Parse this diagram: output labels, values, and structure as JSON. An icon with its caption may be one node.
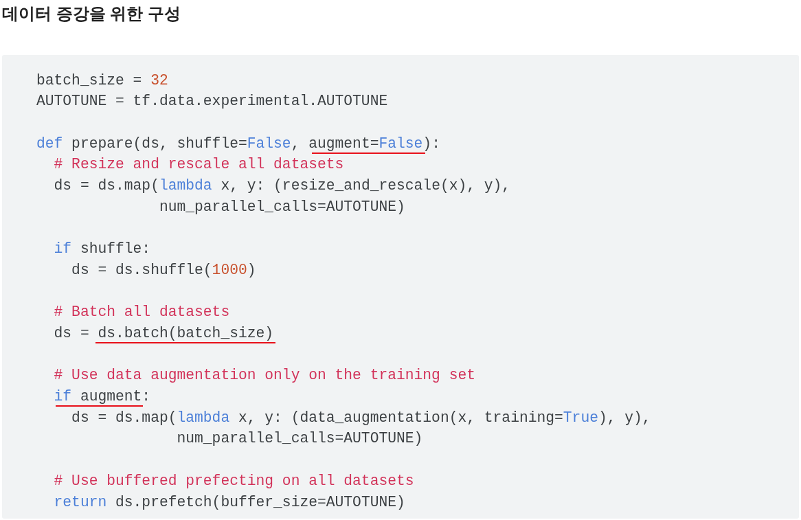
{
  "diagram": {
    "title": "데이터 증강을 위한 구성",
    "labels": [
      "batch_size = 32",
      "AUTOTUNE = tf.data.experimental.AUTOTUNE",
      "def prepare(ds, shuffle=False, augment=False):",
      "  # Resize and rescale all datasets",
      "  ds = ds.map(lambda x, y: (resize_and_rescale(x), y),",
      "              num_parallel_calls=AUTOTUNE)",
      "  if shuffle:",
      "    ds = ds.shuffle(1000)",
      "  # Batch all datasets",
      "  ds = ds.batch(batch_size)",
      "  # Use data augmentation only on the training set",
      "  if augment:",
      "    ds = ds.map(lambda x, y: (data_augmentation(x, training=True), y),",
      "                num_parallel_calls=AUTOTUNE)",
      "  # Use buffered prefecting on all datasets",
      "  return ds.prefetch(buffer_size=AUTOTUNE)"
    ]
  }
}
